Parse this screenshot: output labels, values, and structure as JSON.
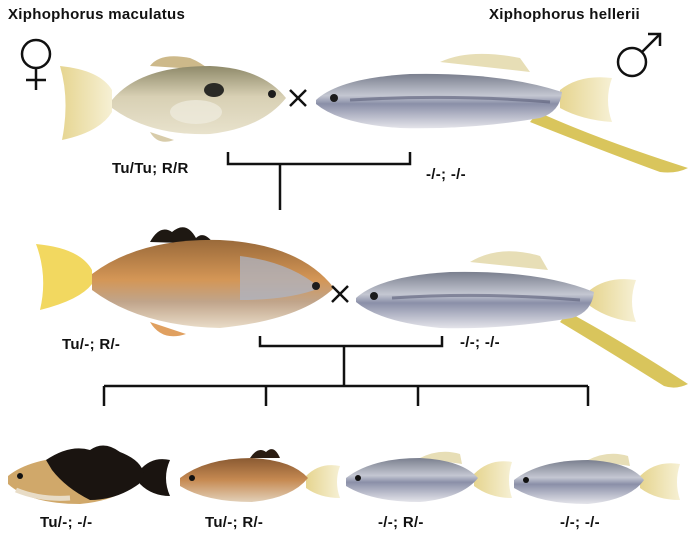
{
  "species": {
    "female": "Xiphophorus maculatus",
    "male": "Xiphophorus hellerii"
  },
  "symbols": {
    "female_icon": "female-symbol",
    "male_icon": "male-symbol",
    "cross_icon": "cross-mark"
  },
  "generations": {
    "parental": {
      "female_genotype": "Tu/Tu; R/R",
      "male_genotype": "-/-; -/-"
    },
    "f1_backcross": {
      "hybrid_genotype": "Tu/-; R/-",
      "male_genotype": "-/-; -/-"
    },
    "offspring": [
      {
        "genotype": "Tu/-; -/-"
      },
      {
        "genotype": "Tu/-; R/-"
      },
      {
        "genotype": "-/-; R/-"
      },
      {
        "genotype": "-/-; -/-"
      }
    ]
  },
  "colors": {
    "platyfish_body": "#c9b48a",
    "swordtail_body": "#b9bcc7",
    "hybrid_body": "#c98a4a",
    "tail_yellow": "#f0e2a0",
    "sword_yellow": "#e6d36a",
    "melanoma_black": "#1a1410"
  }
}
